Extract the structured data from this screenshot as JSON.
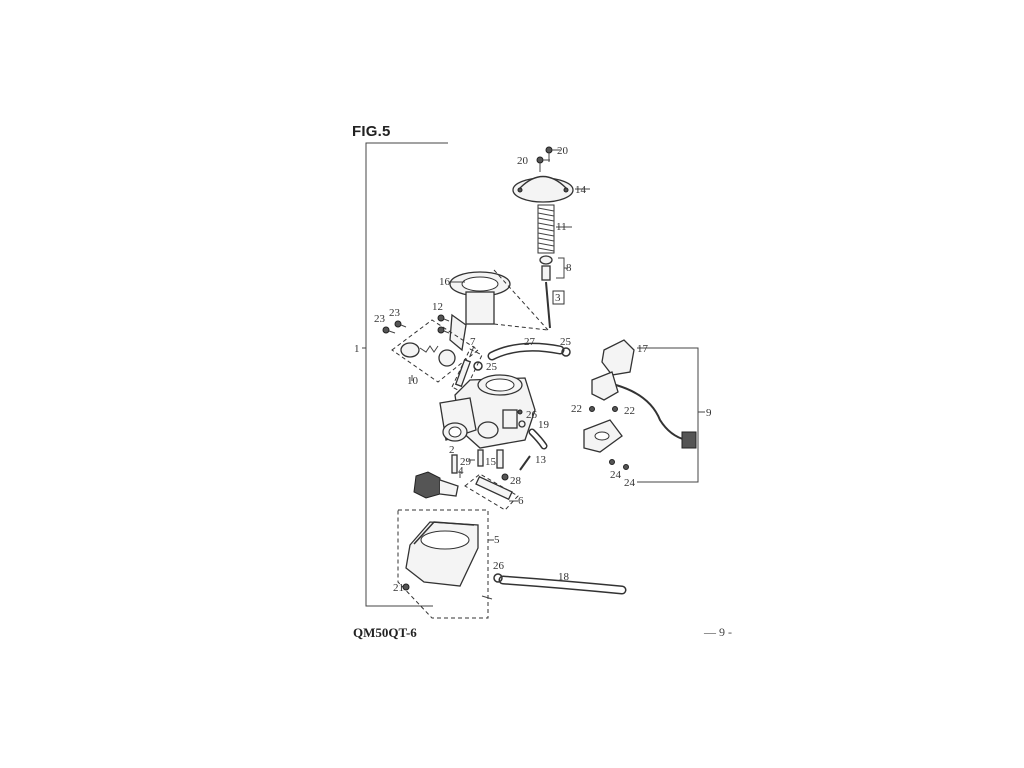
{
  "figure": {
    "title": "FIG.5",
    "model": "QM50QT-6",
    "page_number": "— 9 -"
  },
  "callouts": [
    "20",
    "20",
    "14",
    "11",
    "8",
    "3",
    "16",
    "12",
    "23",
    "23",
    "1",
    "10",
    "7",
    "25",
    "27",
    "25",
    "17",
    "22",
    "22",
    "9",
    "26",
    "19",
    "2",
    "29",
    "15",
    "13",
    "4",
    "28",
    "6",
    "24",
    "24",
    "5",
    "26",
    "18",
    "21"
  ]
}
